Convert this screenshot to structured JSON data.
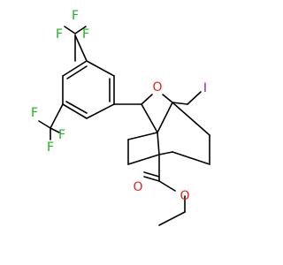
{
  "molecule": {
    "atom_labels": {
      "fluorine": "F",
      "oxygen": "O",
      "iodine": "I"
    }
  },
  "colors": {
    "bond": "#000000",
    "carbon_label": "#000000",
    "fluorine": "#1bb31b",
    "oxygen": "#e8231b",
    "iodine": "#8f1fad",
    "background": "#ffffff"
  }
}
